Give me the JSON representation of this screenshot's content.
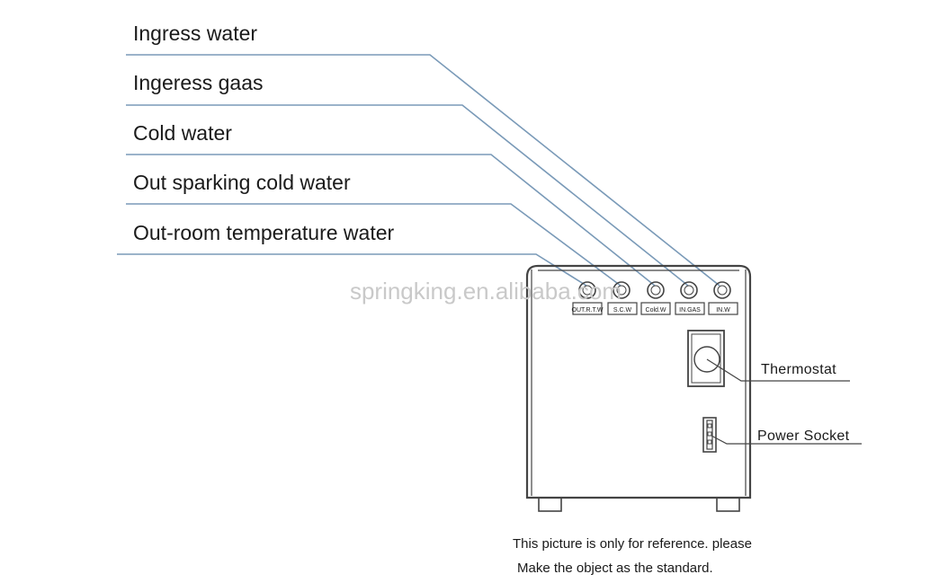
{
  "inlet_labels": [
    "Ingress water",
    "Ingeress gaas",
    "Cold water",
    "Out sparking cold water",
    "Out-room temperature water"
  ],
  "port_labels": [
    "OUT.R.T.W",
    "S.C.W",
    "Cold.W",
    "IN.GAS",
    "IN.W"
  ],
  "side_labels": {
    "thermostat": "Thermostat",
    "power_socket": "Power Socket"
  },
  "watermark": "springking.en.alibaba.com",
  "note": {
    "line1": "This picture is only for reference. please",
    "line2": "Make the object as the standard."
  },
  "colors": {
    "leader_line": "#7a9ab8",
    "outline": "#444444",
    "text": "#1a1a1a",
    "watermark": "#c9c9c9"
  }
}
